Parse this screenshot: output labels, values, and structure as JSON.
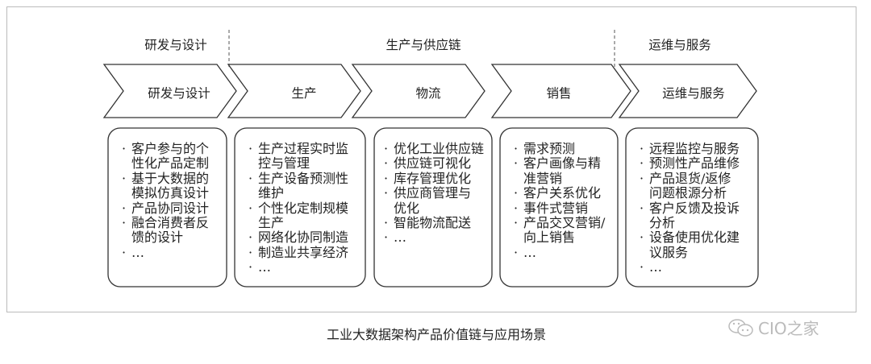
{
  "stage_groups": [
    "研发与设计",
    "生产与供应链",
    "运维与服务"
  ],
  "stages": [
    {
      "label": "研发与设计",
      "items": [
        "客户参与的个\n性化产品定制",
        "基于大数据的\n模拟仿真设计",
        "产品协同设计",
        "融合消费者反\n馈的设计",
        "…"
      ]
    },
    {
      "label": "生产",
      "items": [
        "生产过程实时监\n控与管理",
        "生产设备预测性\n维护",
        "个性化定制规模\n生产",
        "网络化协同制造",
        "制造业共享经济",
        "…"
      ]
    },
    {
      "label": "物流",
      "items": [
        "优化工业供应链",
        "供应链可视化",
        "库存管理优化",
        "供应商管理与\n优化",
        "智能物流配送",
        "…"
      ]
    },
    {
      "label": "销售",
      "items": [
        "需求预测",
        "客户画像与精\n准营销",
        "客户关系优化",
        "事件式营销",
        "产品交叉营销/\n向上销售",
        "…"
      ]
    },
    {
      "label": "运维与服务",
      "items": [
        "远程监控与服务",
        "预测性产品维修",
        "产品退货/返修\n问题根源分析",
        "客户反馈及投诉\n分析",
        "设备使用优化建\n议服务",
        "…"
      ]
    }
  ],
  "caption": "工业大数据架构产品价值链与应用场景",
  "watermark": "CIO之家"
}
